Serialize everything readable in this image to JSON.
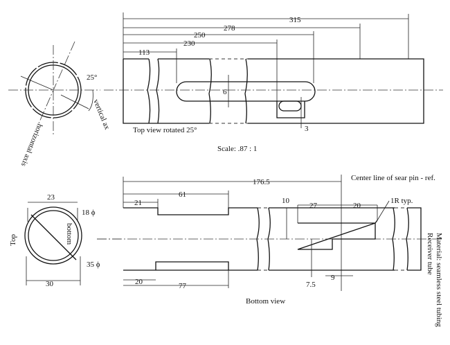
{
  "top_view": {
    "dims": {
      "d315": "315",
      "d278": "278",
      "d250": "250",
      "d230": "230",
      "d113": "113",
      "d6": "6",
      "d3": "3"
    },
    "angle": "25°",
    "vertical_axis": "vertical ax",
    "horizontal_axis": "horizontal axis",
    "caption": "Top view rotated 25°"
  },
  "scale": "Scale: .87 : 1",
  "bottom_view": {
    "dims": {
      "d176": "176.5",
      "d61": "61",
      "d21": "21",
      "d10": "10",
      "d27": "27",
      "d20a": "20",
      "d20b": "20",
      "d77": "77",
      "d7_5": "7.5",
      "d9": "9"
    },
    "radius_note": "1R typ.",
    "sear_note": "Center line of sear pin - ref.",
    "caption": "Bottom view"
  },
  "section": {
    "d23": "23",
    "d30": "30",
    "d18": "18 ϕ",
    "d35": "35 ϕ",
    "top": "Top",
    "bottom": "bottom"
  },
  "notes": {
    "line1": "Receiver tube",
    "line2": "Material: seamless steel tubing"
  }
}
